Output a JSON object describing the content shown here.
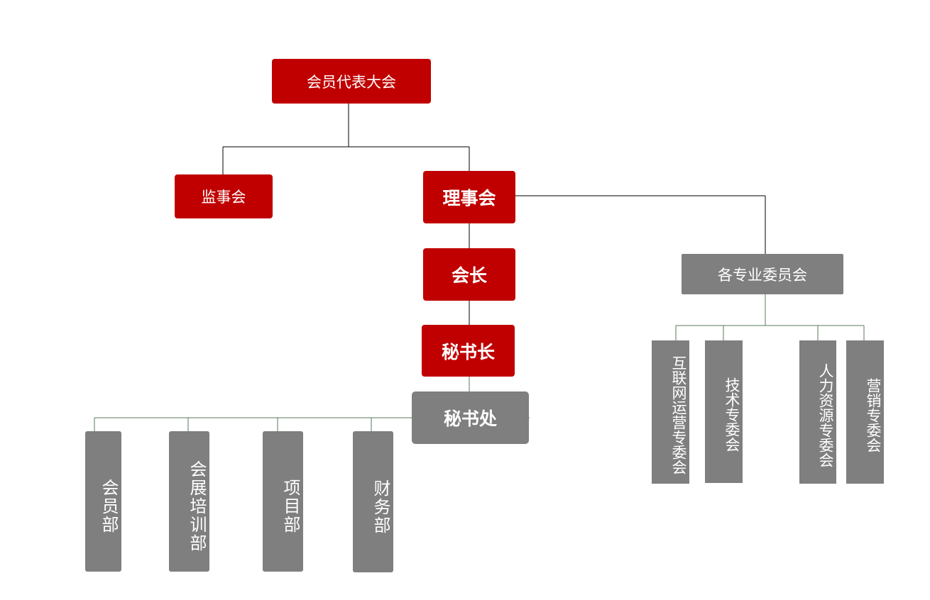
{
  "colors": {
    "primary": "#c00000",
    "secondary": "#7f7f7f",
    "line_dark": "#000000",
    "line_green": "#5a7a5a"
  },
  "nodes": {
    "assembly": "会员代表大会",
    "supervisory_board": "监事会",
    "council": "理事会",
    "president": "会长",
    "secretary_general": "秘书长",
    "secretariat": "秘书处",
    "committees": "各专业委员会"
  },
  "departments": [
    "会员部",
    "会展培训部",
    "项目部",
    "财务部"
  ],
  "committee_list": [
    "互联网运营专委会",
    "技术专委会",
    "人力资源专委会",
    "营销专委会"
  ]
}
